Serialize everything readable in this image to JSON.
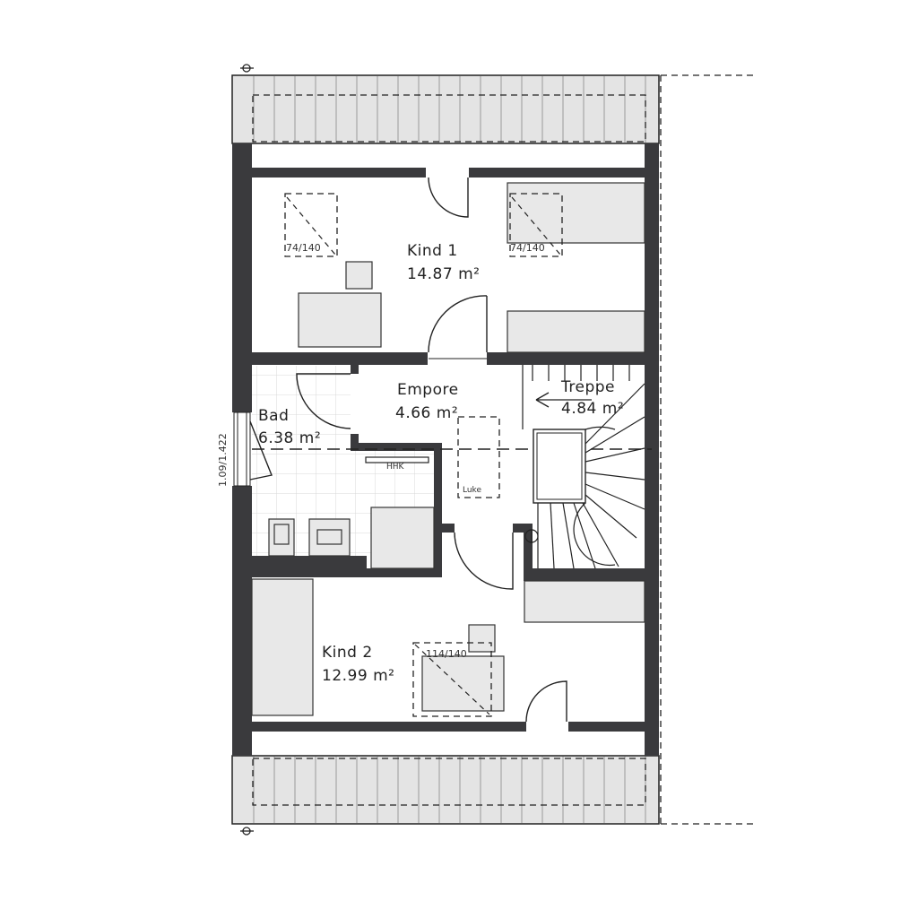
{
  "colors": {
    "wall": "#3a3a3d",
    "roof": "#e4e4e4",
    "furniture": "#e8e8e8",
    "line": "#222222"
  },
  "rooms": {
    "kind1": {
      "name": "Kind 1",
      "area": "14.87 m²"
    },
    "empore": {
      "name": "Empore",
      "area": "4.66 m²"
    },
    "treppe": {
      "name": "Treppe",
      "area": "4.84 m²"
    },
    "bad": {
      "name": "Bad",
      "area": "6.38 m²"
    },
    "kind2": {
      "name": "Kind 2",
      "area": "12.99 m²"
    }
  },
  "labels": {
    "window_kind1_left": "74/140",
    "window_kind1_right": "74/140",
    "window_kind2": "114/140",
    "window_bad": "1.09/1.422",
    "hhk": "HHK",
    "luke": "Luke"
  }
}
